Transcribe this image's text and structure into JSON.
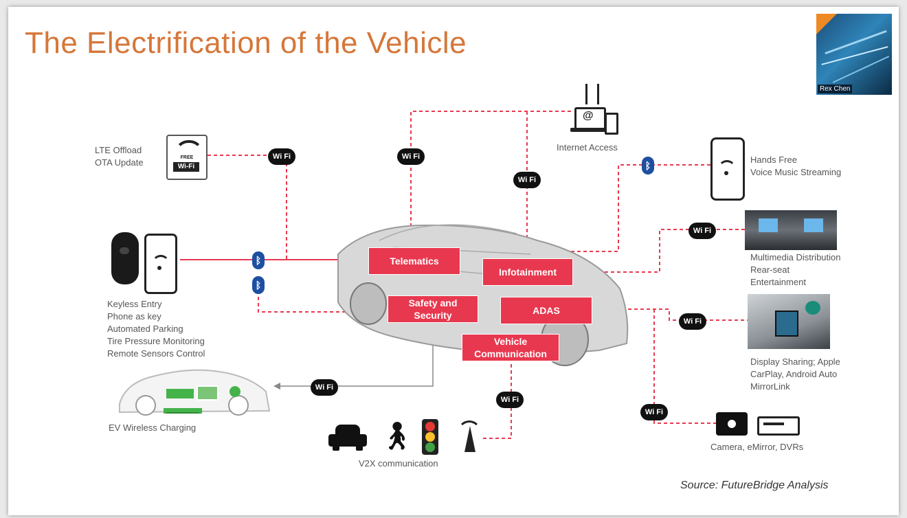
{
  "slide": {
    "title": "The Electrification of the Vehicle",
    "presenter_name": "Rex Chen",
    "source": "Source:  FutureBridge Analysis"
  },
  "systems": {
    "telematics": "Telematics",
    "infotainment": "Infotainment",
    "safety": "Safety and Security",
    "adas": "ADAS",
    "vehicle_comm": "Vehicle Communication"
  },
  "labels": {
    "lte_offload": "LTE Offload",
    "ota_update": "OTA Update",
    "internet_access": "Internet Access",
    "hands_free": "Hands Free",
    "voice_music": "Voice Music Streaming",
    "multimedia": "Multimedia Distribution",
    "rear_seat": "Rear-seat",
    "entertainment": "Entertainment",
    "keyless": [
      "Keyless Entry",
      "Phone as key",
      "Automated Parking",
      "Tire Pressure Monitoring",
      "Remote Sensors Control"
    ],
    "display_sharing": "Display Sharing; Apple",
    "carplay": "CarPlay, Android Auto",
    "mirrorlink": "MirrorLink",
    "ev_charging": "EV Wireless Charging",
    "v2x": "V2X communication",
    "camera": "Camera, eMirror, DVRs",
    "free_wifi_top": "FREE",
    "free_wifi_bottom": "Wi-Fi",
    "wifi_badge": "Wi Fi",
    "internet_at": "@"
  },
  "colors": {
    "title": "#d5773a",
    "system_box": "#e8384f",
    "link_line": "#e8384f",
    "bluetooth": "#1e4fa0"
  },
  "icons": [
    "wifi-badge-icon",
    "bluetooth-icon",
    "free-wifi-icon",
    "laptop-tower-icon",
    "smartphone-icon",
    "key-fob-icon",
    "car-icon",
    "pedestrian-icon",
    "traffic-light-icon",
    "antenna-icon",
    "camera-icon",
    "dvr-icon"
  ]
}
